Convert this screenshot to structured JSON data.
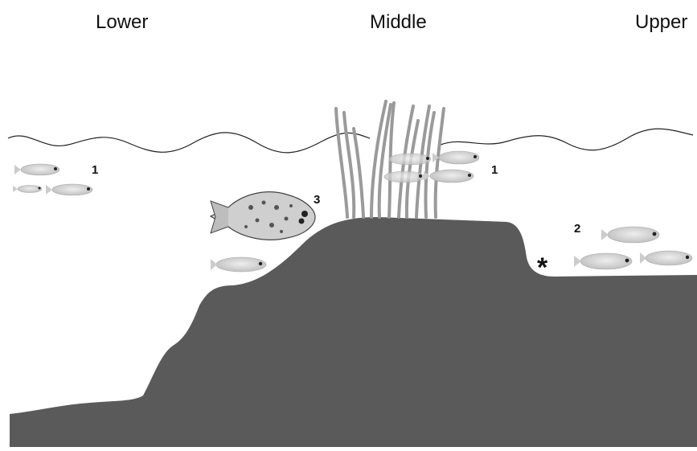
{
  "zones": {
    "lower": "Lower",
    "middle": "Middle",
    "upper": "Upper"
  },
  "markers": {
    "group1_left": "1",
    "group1_center": "1",
    "group2": "2",
    "group3": "3",
    "asterisk": "*"
  },
  "colors": {
    "substrate": "#5a5a5a",
    "seagrass": "#9a9a9a",
    "fish_body": "#d9d9d9",
    "water_line": "#222222"
  }
}
